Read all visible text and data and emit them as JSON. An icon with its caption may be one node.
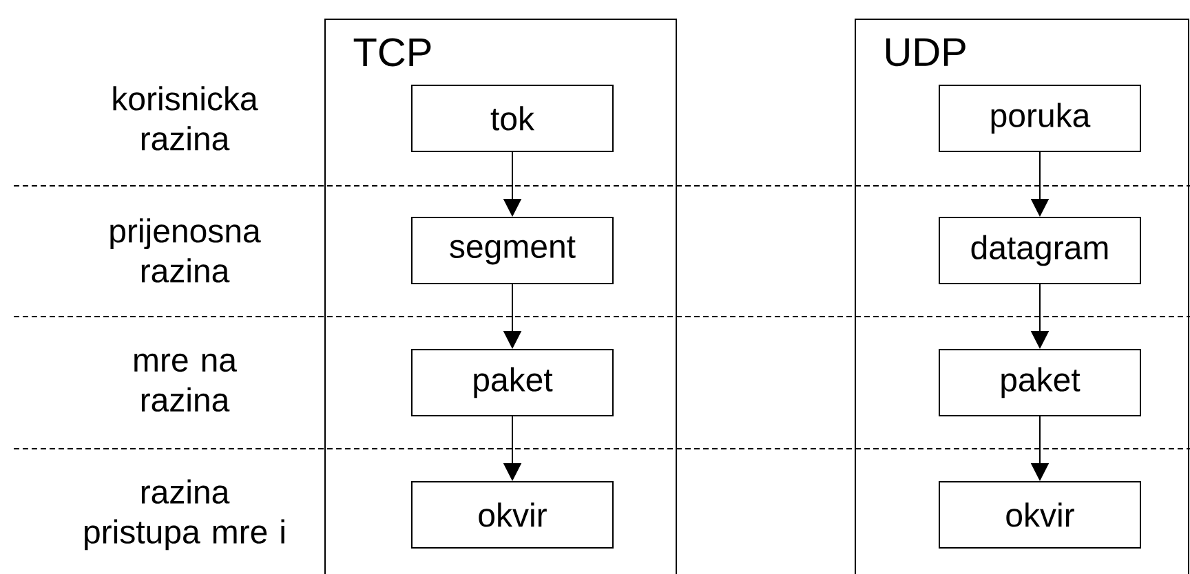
{
  "diagram": {
    "nodes": [
      {
        "text": [
          "TCP"
        ]
      },
      {
        "text": [
          "tok"
        ],
        "in": 0
      },
      {
        "text": [
          "segment"
        ],
        "in": 0
      },
      {
        "text": [
          "paket"
        ],
        "in": 0
      },
      {
        "text": [
          "okvir"
        ],
        "in": 0
      },
      {
        "text": [
          "UDP"
        ]
      },
      {
        "text": [
          "poruka"
        ],
        "in": 5
      },
      {
        "text": [
          "datagram"
        ],
        "in": 5
      },
      {
        "text": [
          "paket"
        ],
        "in": 5
      },
      {
        "text": [
          "okvir"
        ],
        "in": 5
      }
    ],
    "edges": [
      {
        "from": 1,
        "to": 2,
        "arrow": "to"
      },
      {
        "from": 2,
        "to": 3,
        "arrow": "to"
      },
      {
        "from": 3,
        "to": 4,
        "arrow": "to"
      },
      {
        "from": 6,
        "to": 7,
        "arrow": "to"
      },
      {
        "from": 7,
        "to": 8,
        "arrow": "to"
      },
      {
        "from": 8,
        "to": 9,
        "arrow": "to"
      }
    ],
    "labels": [
      "korisnicka razina",
      "prijenosna razina",
      "mre na razina",
      "razina pristupa mre i"
    ]
  }
}
